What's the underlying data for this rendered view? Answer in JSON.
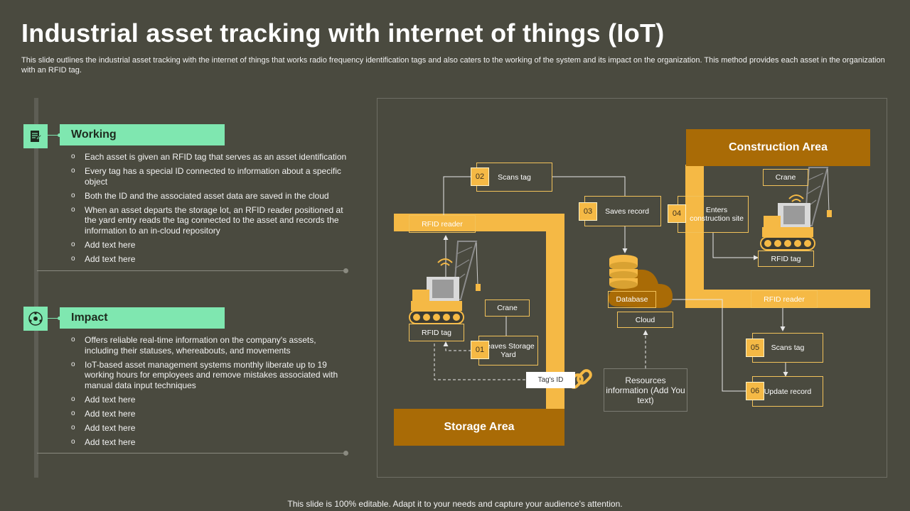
{
  "title": "Industrial asset tracking with internet of things (IoT)",
  "subtitle": "This slide outlines the industrial asset tracking with the internet of things that works radio frequency identification tags and also caters to the working of the system and its impact on the organization. This method provides each asset in the organization with an RFID tag.",
  "working": {
    "heading": "Working",
    "icon": "document-icon",
    "items": [
      "Each asset is given an RFID tag that serves as an asset identification",
      "Every tag has a special ID connected to information about a specific object",
      "Both the ID and the associated asset data are saved in the cloud",
      "When an asset departs the storage lot, an RFID reader positioned at the yard entry reads the tag connected to the asset and records the information to an in-cloud repository",
      "Add text here",
      "Add text here"
    ]
  },
  "impact": {
    "heading": "Impact",
    "icon": "network-icon",
    "items": [
      "Offers reliable real-time information on the company's assets, including their statuses, whereabouts, and movements",
      "IoT-based asset management systems monthly liberate up to 19 working hours for employees and remove mistakes associated with manual data input techniques",
      "Add text here",
      "Add text here",
      "Add text here",
      "Add text here"
    ]
  },
  "diagram": {
    "construction_area": "Construction Area",
    "storage_area": "Storage Area",
    "steps": {
      "s01": {
        "num": "01",
        "label": "Leaves Storage Yard"
      },
      "s02": {
        "num": "02",
        "label": "Scans tag"
      },
      "s03": {
        "num": "03",
        "label": "Saves record"
      },
      "s04": {
        "num": "04",
        "label": "Enters construction site"
      },
      "s05": {
        "num": "05",
        "label": "Scans tag"
      },
      "s06": {
        "num": "06",
        "label": "Update record"
      }
    },
    "labels": {
      "rfid_reader_left": "RFID  reader",
      "rfid_tag_left": "RFID  tag",
      "crane_left": "Crane",
      "tags_id": "Tag's ID",
      "database": "Database",
      "cloud": "Cloud",
      "resources": "Resources information (Add You text)",
      "crane_right": "Crane",
      "rfid_tag_right": "RFID  tag",
      "rfid_reader_right": "RFID  reader"
    }
  },
  "footer": "This slide is 100% editable. Adapt it to your needs and capture your audience's attention.",
  "colors": {
    "background": "#4a4a3f",
    "accent_green": "#7fe7b0",
    "accent_yellow": "#f5b945",
    "area_brown": "#a96b06"
  }
}
